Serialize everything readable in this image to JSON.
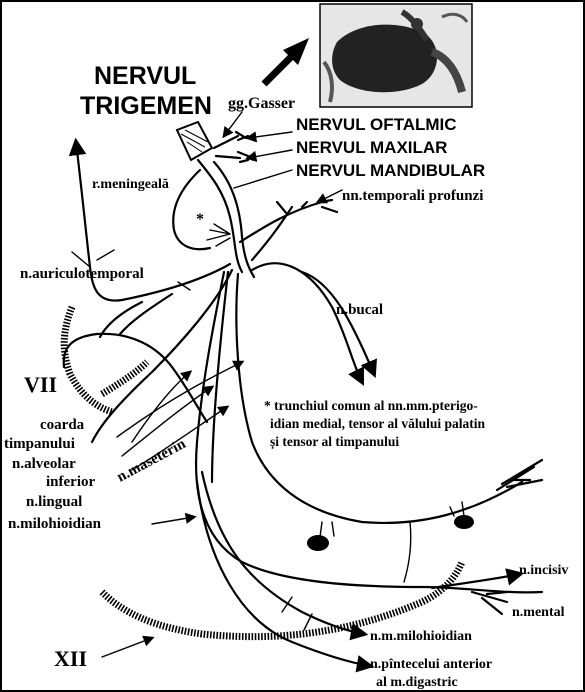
{
  "title": {
    "line1": "NERVUL",
    "line2": "TRIGEMEN"
  },
  "branches": {
    "ophthalmic": "NERVUL OFTALMIC",
    "maxillary": "NERVUL MAXILAR",
    "mandibular": "NERVUL MANDIBULAR"
  },
  "labels": {
    "gasser": "gg.Gasser",
    "meningeal": "r.meningeală",
    "asterisk": "*",
    "temporal_deep": "nn.temporali profunzi",
    "auriculotemporal": "n.auriculotemporal",
    "buccal": "n.bucal",
    "facial": "VII",
    "chorda1": "coarda",
    "chorda2": "timpanului",
    "alveolar1": "n.alveolar",
    "alveolar2": "inferior",
    "lingual": "n.lingual",
    "mylohyoid": "n.milohioidian",
    "masseteric": "n.maseterin",
    "incisive": "n.incisiv",
    "mental": "n.mental",
    "mylohyoid_muscle": "n.m.milohioidian",
    "digastric1": "n.pîntecelui anterior",
    "digastric2": "al m.digastric",
    "hypoglossal": "XII"
  },
  "footnote": {
    "line1": "* trunchiul comun al nn.mm.pterigo-",
    "line2": "idian medial, tensor al vălului palatin",
    "line3": "și tensor al timpanului"
  }
}
